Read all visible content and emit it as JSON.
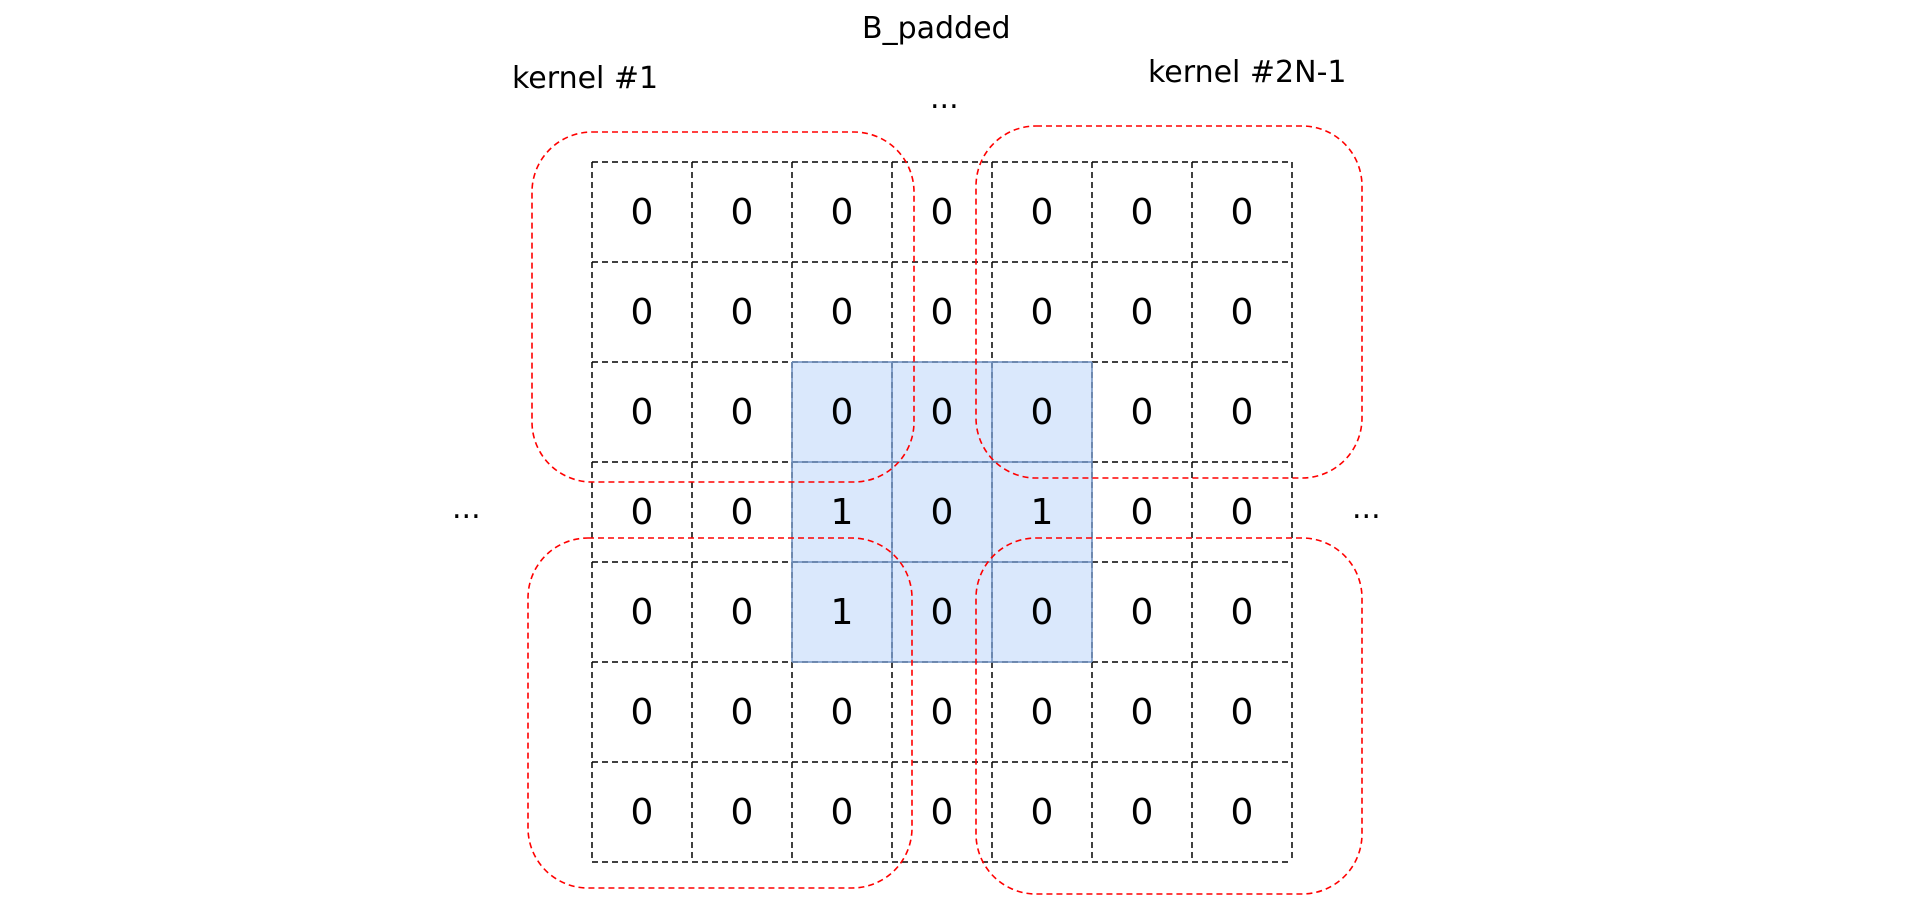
{
  "title": "B_padded",
  "kernel_labels": [
    "kernel #1",
    "kernel #2N-1"
  ],
  "ellipsis": {
    "top": "...",
    "left": "...",
    "right": "..."
  },
  "grid": {
    "rows": [
      [
        "0",
        "0",
        "0",
        "0",
        "0",
        "0",
        "0"
      ],
      [
        "0",
        "0",
        "0",
        "0",
        "0",
        "0",
        "0"
      ],
      [
        "0",
        "0",
        "0",
        "0",
        "0",
        "0",
        "0"
      ],
      [
        "0",
        "0",
        "1",
        "0",
        "1",
        "0",
        "0"
      ],
      [
        "0",
        "0",
        "1",
        "0",
        "0",
        "0",
        "0"
      ],
      [
        "0",
        "0",
        "0",
        "0",
        "0",
        "0",
        "0"
      ],
      [
        "0",
        "0",
        "0",
        "0",
        "0",
        "0",
        "0"
      ]
    ],
    "highlight": {
      "row_start": 2,
      "row_end": 4,
      "col_start": 2,
      "col_end": 4
    }
  },
  "colors": {
    "highlight_fill": "#dae8fc",
    "highlight_border": "#6c8ebf",
    "kernel_outline": "#ff0000",
    "grid_line": "#000000"
  }
}
